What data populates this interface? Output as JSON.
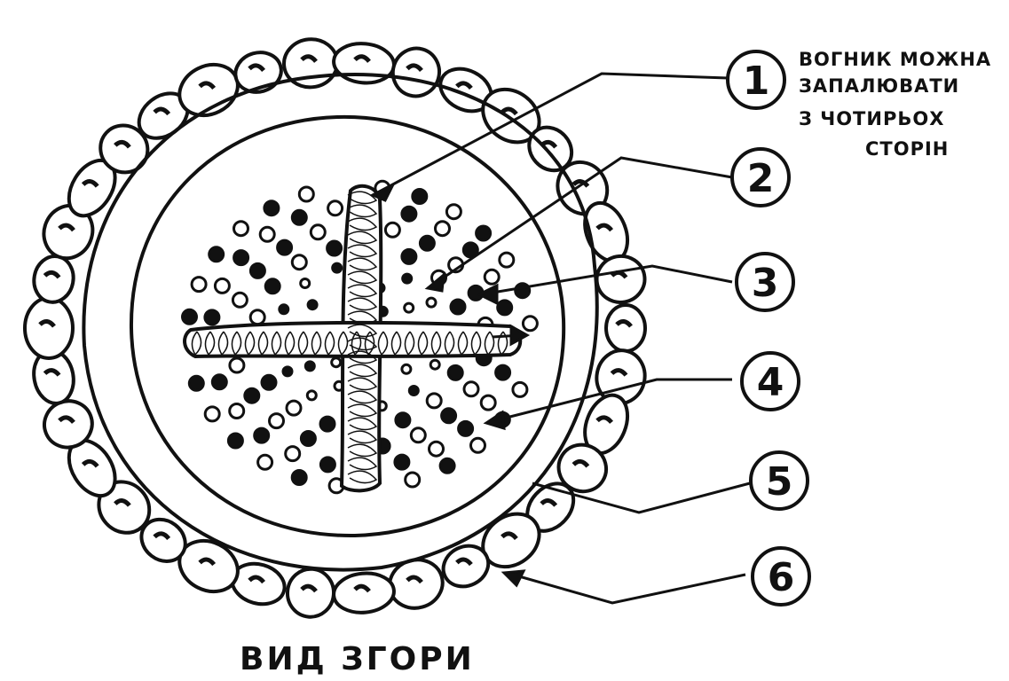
{
  "diagram": {
    "note_lines": [
      "ВОГНИК МОЖНА",
      "ЗАПАЛЮВАТИ",
      "З ЧОТИРЬОХ",
      "СТОРІН"
    ],
    "caption": "ВИД ЗГОРИ",
    "callouts": [
      {
        "number": "1",
        "part": "fuel-cross"
      },
      {
        "number": "2",
        "part": "small-kindling"
      },
      {
        "number": "3",
        "part": "medium-kindling"
      },
      {
        "number": "4",
        "part": "large-kindling"
      },
      {
        "number": "5",
        "part": "fire-pit-ring"
      },
      {
        "number": "6",
        "part": "stone-border"
      }
    ],
    "colors": {
      "ink": "#111111",
      "paper": "#ffffff"
    }
  }
}
